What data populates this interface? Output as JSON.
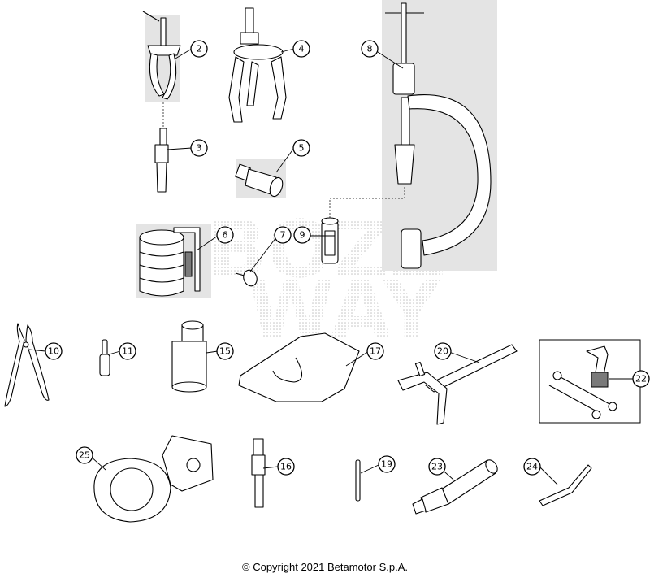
{
  "callouts": [
    "2",
    "3",
    "4",
    "5",
    "6",
    "7",
    "8",
    "9",
    "10",
    "11",
    "15",
    "16",
    "17",
    "19",
    "20",
    "22",
    "23",
    "24",
    "25"
  ],
  "watermark": [
    "BOZZ",
    "WAY"
  ],
  "copyright": "© Copyright 2021 Betamotor S.p.A."
}
